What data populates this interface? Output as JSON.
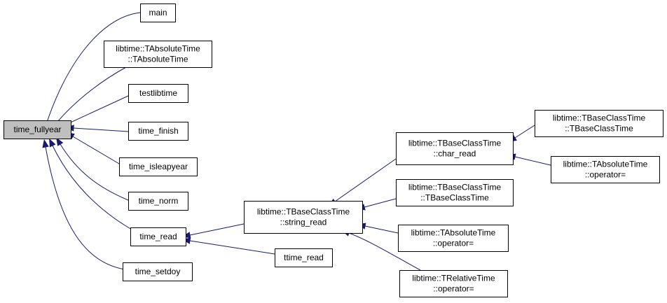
{
  "nodes": [
    {
      "id": "time_fullyear",
      "lines": [
        "time_fullyear"
      ],
      "root": true
    },
    {
      "id": "main",
      "lines": [
        "main"
      ]
    },
    {
      "id": "tabsolute_ctor",
      "lines": [
        "libtime::TAbsoluteTime",
        "::TAbsoluteTime"
      ]
    },
    {
      "id": "testlibtime",
      "lines": [
        "testlibtime"
      ]
    },
    {
      "id": "time_finish",
      "lines": [
        "time_finish"
      ]
    },
    {
      "id": "time_isleapyear",
      "lines": [
        "time_isleapyear"
      ]
    },
    {
      "id": "time_norm",
      "lines": [
        "time_norm"
      ]
    },
    {
      "id": "time_read",
      "lines": [
        "time_read"
      ]
    },
    {
      "id": "time_setdoy",
      "lines": [
        "time_setdoy"
      ]
    },
    {
      "id": "string_read",
      "lines": [
        "libtime::TBaseClassTime",
        "::string_read"
      ]
    },
    {
      "id": "ttime_read",
      "lines": [
        "ttime_read"
      ]
    },
    {
      "id": "char_read",
      "lines": [
        "libtime::TBaseClassTime",
        "::char_read"
      ]
    },
    {
      "id": "tbase_ctor_1",
      "lines": [
        "libtime::TBaseClassTime",
        "::TBaseClassTime"
      ]
    },
    {
      "id": "tabsolute_op_1",
      "lines": [
        "libtime::TAbsoluteTime",
        "::operator="
      ]
    },
    {
      "id": "trelative_op",
      "lines": [
        "libtime::TRelativeTime",
        "::operator="
      ]
    },
    {
      "id": "tbase_ctor_2",
      "lines": [
        "libtime::TBaseClassTime",
        "::TBaseClassTime"
      ]
    },
    {
      "id": "tabsolute_op_2",
      "lines": [
        "libtime::TAbsoluteTime",
        "::operator="
      ]
    }
  ],
  "edges": [
    {
      "from": "main",
      "to": "time_fullyear"
    },
    {
      "from": "tabsolute_ctor",
      "to": "time_fullyear"
    },
    {
      "from": "testlibtime",
      "to": "time_fullyear"
    },
    {
      "from": "time_finish",
      "to": "time_fullyear"
    },
    {
      "from": "time_isleapyear",
      "to": "time_fullyear"
    },
    {
      "from": "time_norm",
      "to": "time_fullyear"
    },
    {
      "from": "time_read",
      "to": "time_fullyear"
    },
    {
      "from": "time_setdoy",
      "to": "time_fullyear"
    },
    {
      "from": "string_read",
      "to": "time_read"
    },
    {
      "from": "ttime_read",
      "to": "time_read"
    },
    {
      "from": "char_read",
      "to": "string_read"
    },
    {
      "from": "tbase_ctor_1",
      "to": "string_read"
    },
    {
      "from": "tabsolute_op_1",
      "to": "string_read"
    },
    {
      "from": "trelative_op",
      "to": "string_read"
    },
    {
      "from": "tbase_ctor_2",
      "to": "char_read"
    },
    {
      "from": "tabsolute_op_2",
      "to": "char_read"
    }
  ],
  "colors": {
    "edge": "#191970",
    "node_fill": "#ffffff",
    "root_fill": "#bfbfbf",
    "node_stroke": "#000000",
    "text": "#000000"
  }
}
